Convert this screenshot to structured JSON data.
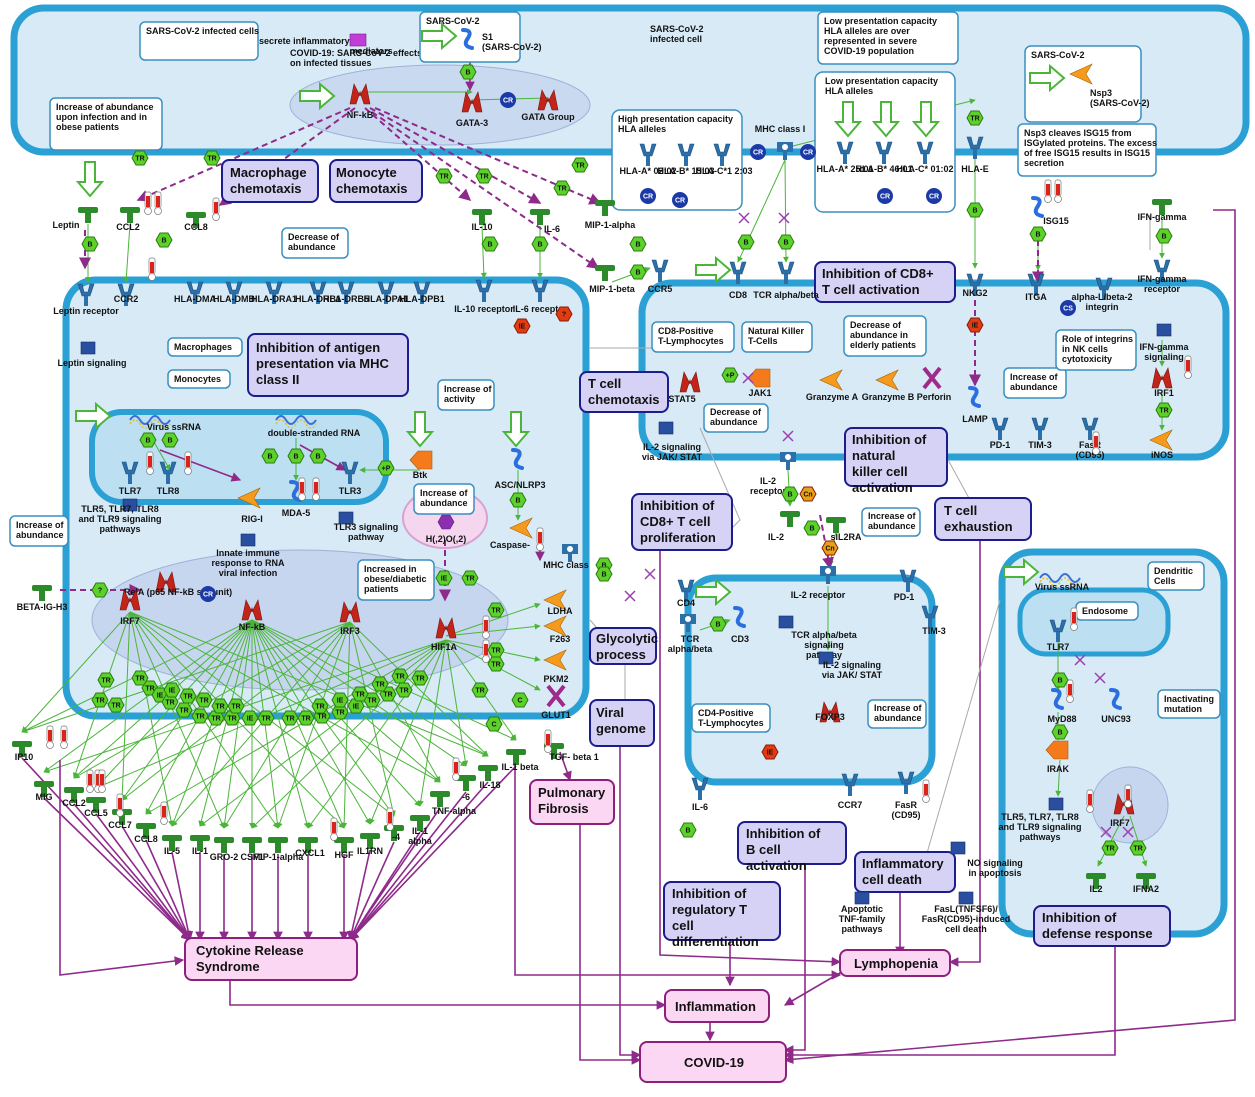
{
  "colors": {
    "cell_border": "#2aa0d4",
    "cell_fill": "#d7eaf6",
    "process_fill": "#d6d2f5",
    "process_border": "#1c1c8c",
    "disease_fill": "#fbd7f4",
    "disease_border": "#8e1f7c",
    "effect_hex": "#5bd12a",
    "expression_hex": "#e23b12"
  },
  "notes": {
    "sars_infected_secrete": "SARS-CoV-2 infected cells secrete inflammatory mediators",
    "covid_effects": "COVID-19: SARS-CoV-2 effects on infected tissues",
    "sars_s1_label": "SARS-CoV-2",
    "s1": "S1 (SARS-CoV-2)",
    "sars_infected_cell": "SARS-CoV-2 infected cell",
    "low_capacity_overrep": "Low presentation capacity HLA alleles are over represented in severe COVID-19 population",
    "low_capacity": "Low presentation capacity HLA alleles",
    "high_capacity": "High presentation capacity HLA alleles",
    "increase_obese": "Increase of abundance upon infection and in obese patients",
    "nsp3_box_title": "SARS-CoV-2",
    "nsp3": "Nsp3 (SARS-CoV-2)",
    "nsp3_cleaves": "Nsp3 cleaves ISG15 from ISGylated proteins. The excess of free ISG15 results in ISG15 secretion",
    "decrease_abundance": "Decrease of abundance",
    "macrophages": "Macrophages",
    "monocytes": "Monocytes",
    "increase_activity": "Increase of activity",
    "increase_abundance": "Increase of abundance",
    "increased_obese_diabetic": "Increased in obese/diabetic patients",
    "cd8_positive": "CD8-Positive T-Lymphocytes",
    "nk_cells": "Natural Killer T-Cells",
    "decrease_elderly": "Decrease of abundance in elderly patients",
    "role_integrins": "Role of integrins in NK cells cytotoxicity",
    "cd4_positive": "CD4-Positive T-Lymphocytes",
    "dendritic_cells": "Dendritic Cells",
    "endosome": "Endosome",
    "inactivating_mutation": "Inactivating mutation",
    "increase_abundance_left": "Increase of abundance",
    "increase_abundance_nk": "Increase of abundance",
    "decrease_abundance_mid": "Decrease of abundance",
    "increase_abundance_sil2ra": "Increase of abundance",
    "increase_abundance_cd4": "Increase of abundance"
  },
  "processes": {
    "macrophage_chemotaxis": "Macrophage chemotaxis",
    "monocyte_chemotaxis": "Monocyte chemotaxis",
    "inhibition_antigen": "Inhibition of antigen presentation via MHC class II",
    "inhibition_cd8_activation": "Inhibition of CD8+ T cell activation",
    "t_cell_chemotaxis": "T cell chemotaxis",
    "inhibition_nk": "Inhibition of natural killer cell activation",
    "inhibition_cd8_prolif": "Inhibition of CD8+ T cell proliferation",
    "t_cell_exhaustion": "T cell exhaustion",
    "glycolytic": "Glycolytic process",
    "viral_genome": "Viral genome",
    "inhibition_b": "Inhibition of B cell activation",
    "inflammatory_death": "Inflammatory cell death",
    "inhibition_treg": "Inhibition of regulatory T cell differentiation",
    "inhibition_defense": "Inhibition of defense response"
  },
  "diseases": {
    "cytokine_release": "Cytokine Release Syndrome",
    "pulmonary_fibrosis": "Pulmonary Fibrosis",
    "lymphopenia": "Lymphopenia",
    "inflammation": "Inflammation",
    "covid19": "COVID-19"
  },
  "nodes": {
    "nfkb_top": "NF-kB",
    "gata3": "GATA-3",
    "gata_group": "GATA Group",
    "mhc_class_i": "MHC class I",
    "hla_e": "HLA-E",
    "hla_a_0202": "HLA-A* 02:02",
    "hla_b_1503": "HLA-B* 15:03",
    "hla_c_203": "HLA-C*1 2:03",
    "hla_a_2501": "HLA-A* 25:01",
    "hla_b_4601": "HLA-B* 46:01",
    "hla_c_0102": "HLA-C* 01:02",
    "leptin": "Leptin",
    "ccl2_top": "CCL2",
    "ccl8_top": "CCL8",
    "il10": "IL-10",
    "il6_top": "IL-6",
    "mip1alpha_top": "MIP-1-alpha",
    "mip1beta": "MIP-1-beta",
    "isg15": "ISG15",
    "ifn_gamma": "IFN-gamma",
    "leptin_receptor": "Leptin receptor",
    "ccr2": "CCR2",
    "hla_dma": "HLA-DMA",
    "hla_dmb": "HLA-DMB",
    "hla_dra1": "HLA-DRA1",
    "hla_drb1": "HLA-DRB1",
    "hla_drb5": "HLA-DRB5",
    "hla_dpa1": "HLA-DPA1",
    "hla_dpb1": "HLA-DPB1",
    "il10_receptor": "IL-10 receptor",
    "il6_receptor": "IL-6 receptor",
    "leptin_signaling": "Leptin signaling",
    "virus_ssrna": "Virus ssRNA",
    "dsrna": "double-stranded RNA",
    "tlr7": "TLR7",
    "tlr8": "TLR8",
    "tlr3": "TLR3",
    "rig_i": "RIG-I",
    "mda5": "MDA-5",
    "btk": "Btk",
    "asc_nlrp3": "ASC/NLRP3",
    "caspase": "Caspase-",
    "tlr_pathways": "TLR5, TLR7, TLR8 and TLR9 signaling pathways",
    "tlr3_pathway": "TLR3 signaling pathway",
    "innate_immune": "Innate immune response to RNA viral infection",
    "h2o2": "H(,2)O(,2)",
    "beta_ig_h3": "BETA-IG-H3",
    "rela": "RelA (p65 NF-kB subunit)",
    "irf7": "IRF7",
    "nfkb_mid": "NF-kB",
    "irf3": "IRF3",
    "hif1a": "HIF1A",
    "ldha": "LDHA",
    "f263": "F263",
    "pkm2": "PKM2",
    "glut1": "GLUT1",
    "mhc_class_mid": "MHC class",
    "ccr5": "CCR5",
    "cd8": "CD8",
    "tcr_alpha_beta_top": "TCR alpha/beta",
    "nkg2": "NKG2",
    "itga": "ITGA",
    "alpha_l_beta2": "alpha-L/beta-2 integrin",
    "ifn_gamma_receptor": "IFN-gamma receptor",
    "ifn_gamma_signaling": "IFN-gamma signaling",
    "stat5": "STAT5",
    "jak1": "JAK1",
    "granzyme_a": "Granzyme A",
    "granzyme_b": "Granzyme B",
    "perforin": "Perforin",
    "lamp": "LAMP",
    "irf1": "IRF1",
    "inos": "iNOS",
    "il2_jak_stat": "IL-2 signaling via JAK/ STAT",
    "pd1_top": "PD-1",
    "tim3_top": "TIM-3",
    "fasr_top": "FasR (CD95)",
    "il2_receptor_top": "IL-2 receptor",
    "il2": "IL-2",
    "sil2ra": "sIL2RA",
    "cd4": "CD4",
    "tcr_alpha_beta_mid": "TCR alpha/beta",
    "cd3": "CD3",
    "tcr_pathway": "TCR alpha/beta signaling pathway",
    "il2_receptor_mid": "IL-2 receptor",
    "il2_jak_stat_mid": "IL-2 signaling via JAK/ STAT",
    "foxp3": "FOXP3",
    "pd1_mid": "PD-1",
    "tim3_mid": "TIM-3",
    "ccr7": "CCR7",
    "fasr_mid": "FasR (CD95)",
    "il6_mid": "IL-6",
    "no_signaling": "NO signaling in apoptosis",
    "apoptotic_tnf": "Apoptotic TNF-family pathways",
    "fasl": "FasL(TNFSF6)/ FasR(CD95)-induced cell death",
    "tlr7_dc": "TLR7",
    "myd88": "MyD88",
    "unc93": "UNC93",
    "irak": "IRAK",
    "tlr_pathways_dc": "TLR5, TLR7, TLR8 and TLR9 signaling pathways",
    "irf7_dc": "IRF7",
    "il2_dc": "IL2",
    "ifna2": "IFNA2",
    "virus_ssrna_dc": "Virus ssRNA",
    "ip10": "IP10",
    "mig": "MIG",
    "ccl2_bot": "CCL2",
    "ccl5": "CCL5",
    "ccl7": "CCL7",
    "ccl8_bot": "CCL8",
    "il5": "IL-5",
    "il1": "IL-1",
    "gro2": "GRO-2",
    "csf1": "CSF1",
    "mip1alpha_bot": "MIP-1-alpha",
    "cxcl1": "CXCL1",
    "hgf": "HGF",
    "il1rn": "IL1RN",
    "il4": "-4",
    "il1alpha": "IL-1 alpha",
    "tnf_alpha": "TNF-alpha",
    "il6_bot": "-6",
    "il18": "IL-18",
    "il1beta": "IL-1 beta",
    "tgf_beta1": "TGF- beta 1"
  },
  "edge_labels": {
    "b": "B",
    "tr": "TR",
    "ie": "IE",
    "c": "C",
    "cr": "CR",
    "cs": "CS",
    "cn": "Cn",
    "q": "?",
    "p": "+P"
  }
}
